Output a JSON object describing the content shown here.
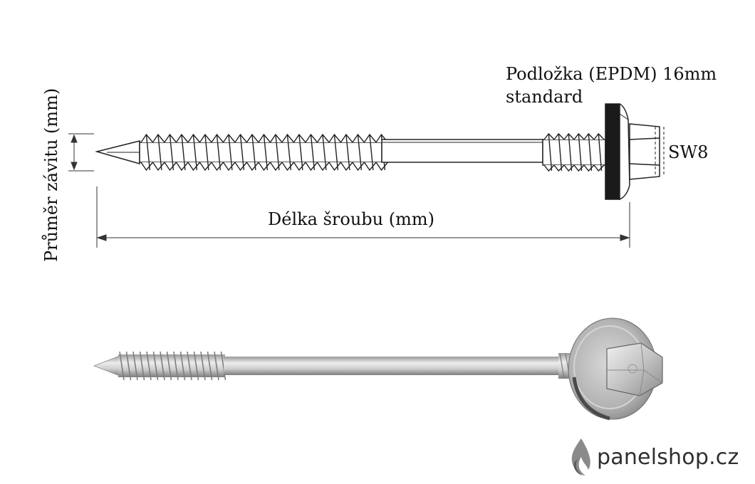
{
  "labels": {
    "washer_line1": "Podložka (EPDM) 16mm",
    "washer_line2": "standard",
    "wrench_size": "SW8",
    "screw_length": "Délka šroubu (mm)",
    "thread_diameter": "Průměr závitu (mm)"
  },
  "brand": {
    "name": "panelshop.cz",
    "icon": "flame-logo-icon",
    "color": "#2f2f2f"
  },
  "colors": {
    "line": "#222222",
    "washer_dark": "#1a1a1a",
    "metal_light": "#e4e4e4",
    "metal_mid": "#b8b8b8",
    "metal_dark": "#7a7a7a"
  }
}
